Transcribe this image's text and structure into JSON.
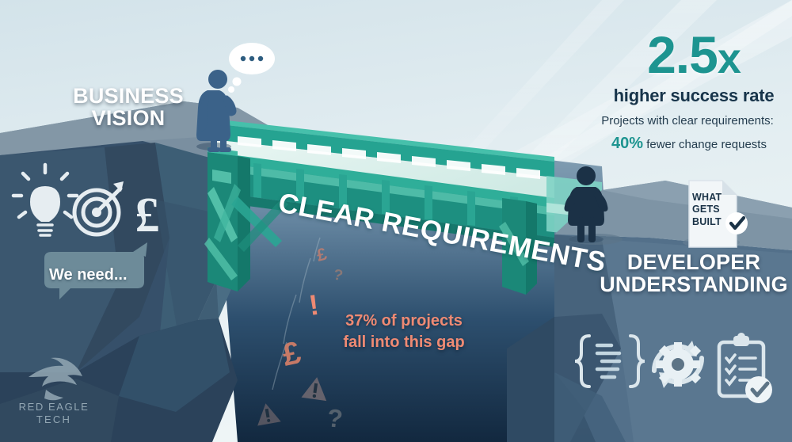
{
  "scene": {
    "title_left": "BUSINESS\nVISION",
    "title_left_line1": "BUSINESS",
    "title_left_line2": "VISION",
    "title_right_line1": "DEVELOPER",
    "title_right_line2": "UNDERSTANDING",
    "bridge_label": "CLEAR REQUIREMENTS",
    "speech_bubble": "We need...",
    "thought_bubble": "•••"
  },
  "stats": {
    "multiplier_value": "2.5",
    "multiplier_suffix": "x",
    "headline": "higher success rate",
    "sub": "Projects with clear requirements:",
    "secondary_percent": "40%",
    "secondary_label": " fewer change requests"
  },
  "gap": {
    "line1": "37% of projects",
    "line2": "fall into this gap",
    "falling_symbols": [
      "£",
      "?",
      "!",
      "£",
      "⚠",
      "⚠",
      "?"
    ]
  },
  "document_card": {
    "line1": "WHAT",
    "line2": "GETS",
    "line3": "BUILT",
    "badge": "check-icon"
  },
  "left_icons": [
    "lightbulb-icon",
    "target-icon",
    "pound-icon"
  ],
  "right_icons": [
    "code-braces-icon",
    "gear-cycle-icon",
    "clipboard-check-icon"
  ],
  "logo": {
    "line1": "RED EAGLE",
    "line2": "TECH",
    "mark": "eagle-icon"
  },
  "colors": {
    "teal": "#1d9490",
    "teal_bridge": "#23a18f",
    "teal_light": "#7fd3c4",
    "coral": "#ef8a73",
    "navy": "#17344a",
    "cliff_left": "#3d5469",
    "cliff_right": "#5d7486",
    "sky": "#dfeaef"
  }
}
